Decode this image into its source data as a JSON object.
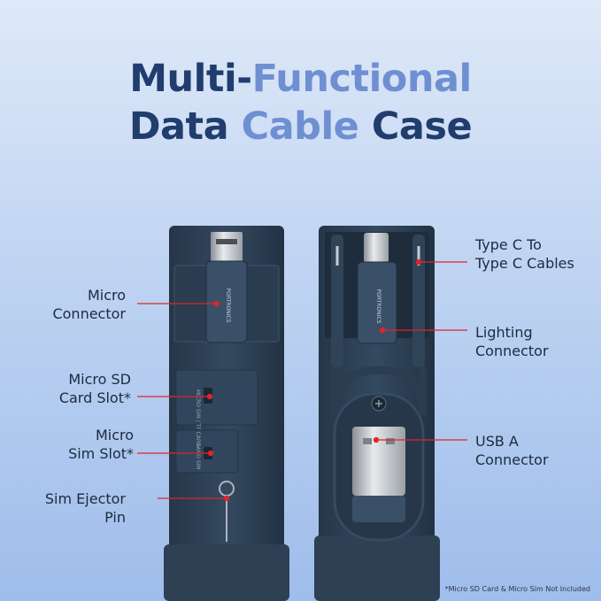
{
  "headline": {
    "line1_dark": "Multi-",
    "line1_light": "Functional",
    "line2_dark": "Data",
    "line2_light": "Cable",
    "line2_end": "Case"
  },
  "callouts": {
    "micro_connector": [
      "Micro",
      "Connector"
    ],
    "micro_sd_slot": [
      "Micro SD",
      "Card Slot*"
    ],
    "micro_sim_slot": [
      "Micro",
      "Sim Slot*"
    ],
    "sim_ejector_pin": [
      "Sim Ejector",
      "Pin"
    ],
    "type_c_cables": [
      "Type C To",
      "Type C Cables"
    ],
    "lighting_connector": [
      "Lighting",
      "Connector"
    ],
    "usb_a_connector": [
      "USB A",
      "Connector"
    ]
  },
  "product": {
    "brand": "PORTRONICS",
    "slot_text_sd": "MICRO SIM / TF CARD",
    "slot_text_sim": "NANO SIM"
  },
  "footnote": "*Micro SD Card & Micro Sim Not Included",
  "colors": {
    "headline_dark": "#213d6e",
    "headline_light": "#6f8fd3",
    "case_body": "#2f4357",
    "callout_line": "#e0242a"
  }
}
